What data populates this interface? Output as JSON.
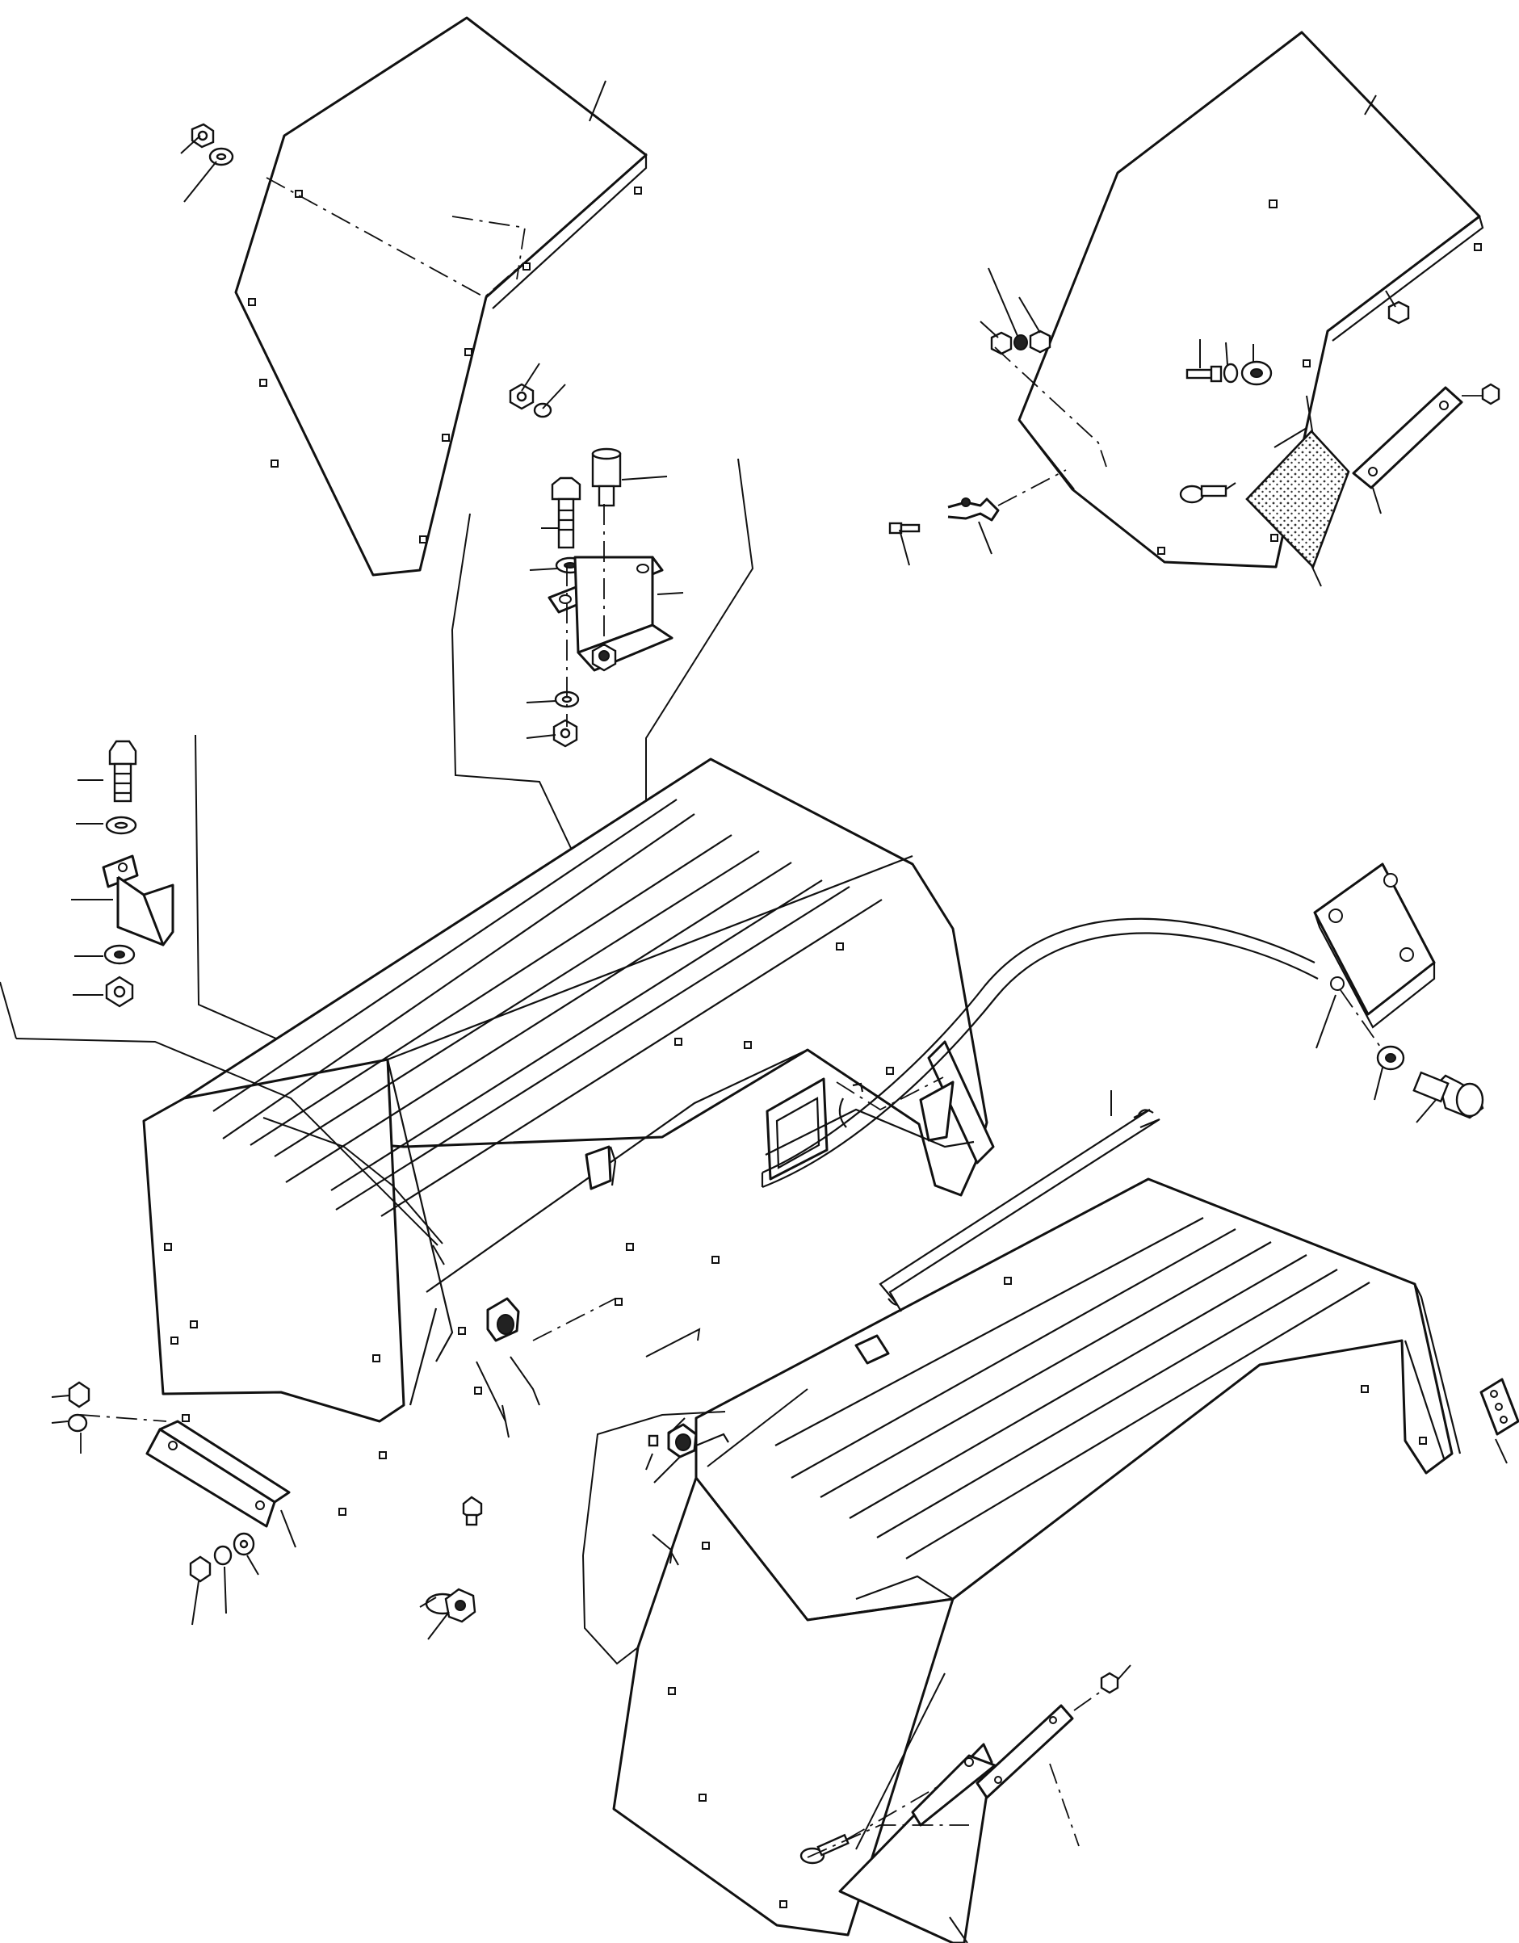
{
  "diagram": {
    "kind": "exploded parts drawing",
    "text_labels": [],
    "colors": {
      "line": "#111111",
      "paper": "#ffffff"
    },
    "components": [
      "left-front-fender-panel",
      "right-front-fender-panel",
      "left-rear-fender",
      "right-rear-fender",
      "mounting-bracket-center",
      "mounting-bracket-left",
      "support-plate",
      "triangular-stay",
      "strap-plate",
      "fasteners"
    ]
  }
}
